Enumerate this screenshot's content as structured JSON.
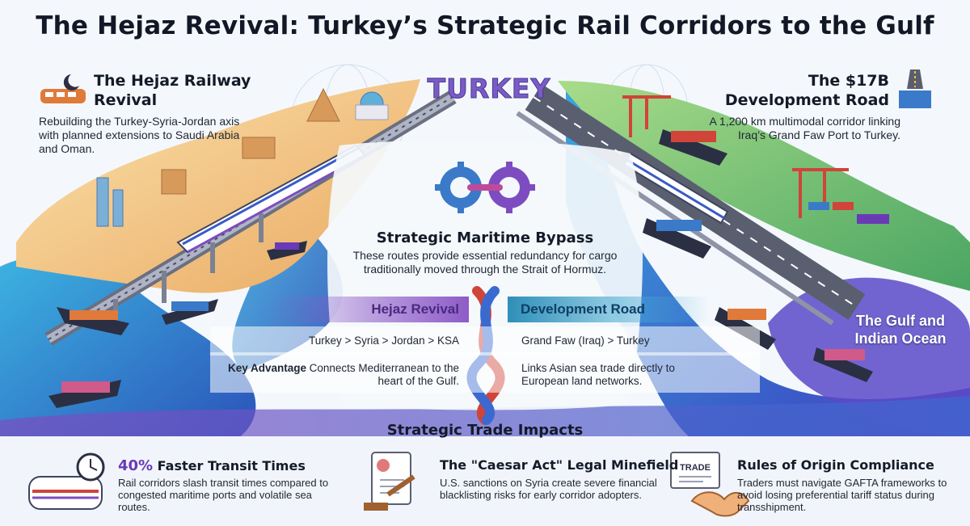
{
  "title": "The Hejaz Revival: Turkey’s Strategic Rail Corridors to the Gulf",
  "map": {
    "country_label": "TURKEY",
    "water_label": "The Gulf and Indian Ocean"
  },
  "hejaz": {
    "title": "The Hejaz Railway Revival",
    "description": "Rebuilding the Turkey-Syria-Jordan axis with planned extensions to Saudi Arabia and Oman."
  },
  "development_road": {
    "title": "The $17B Development Road",
    "description": "A 1,200 km multimodal corridor linking Iraq’s Grand Faw Port to Turkey."
  },
  "bypass": {
    "title": "Strategic Maritime Bypass",
    "description": "These routes provide essential redundancy for cargo traditionally moved through the Strait of Hormuz."
  },
  "comparison": {
    "left_header": "Hejaz Revival",
    "right_header": "Development Road",
    "left_route": "Turkey > Syria > Jordan > KSA",
    "right_route": "Grand Faw (Iraq) > Turkey",
    "row_label": "Key Advantage",
    "left_advantage": "Connects Mediterranean to the heart of the Gulf.",
    "right_advantage": "Links Asian sea trade directly to European land networks."
  },
  "impacts": {
    "title": "Strategic Trade Impacts",
    "items": [
      {
        "highlight": "40%",
        "title": "Faster Transit Times",
        "description": "Rail corridors slash transit times compared to congested maritime ports and volatile sea routes."
      },
      {
        "highlight": "",
        "title": "The \"Caesar Act\" Legal Minefield",
        "description": "U.S. sanctions on Syria create severe financial blacklisting risks for early corridor adopters."
      },
      {
        "highlight": "",
        "title": "Rules of Origin Compliance",
        "description": "Traders must navigate GAFTA frameworks to avoid losing preferential tariff status during transshipment."
      }
    ],
    "document_tag": "TRADE"
  },
  "colors": {
    "hejaz_accent": "#8e5bc8",
    "development_accent": "#2f8fb8",
    "sea": "#2e8fd0",
    "land_west": "#f3c98a",
    "land_east": "#6fbf6a"
  }
}
